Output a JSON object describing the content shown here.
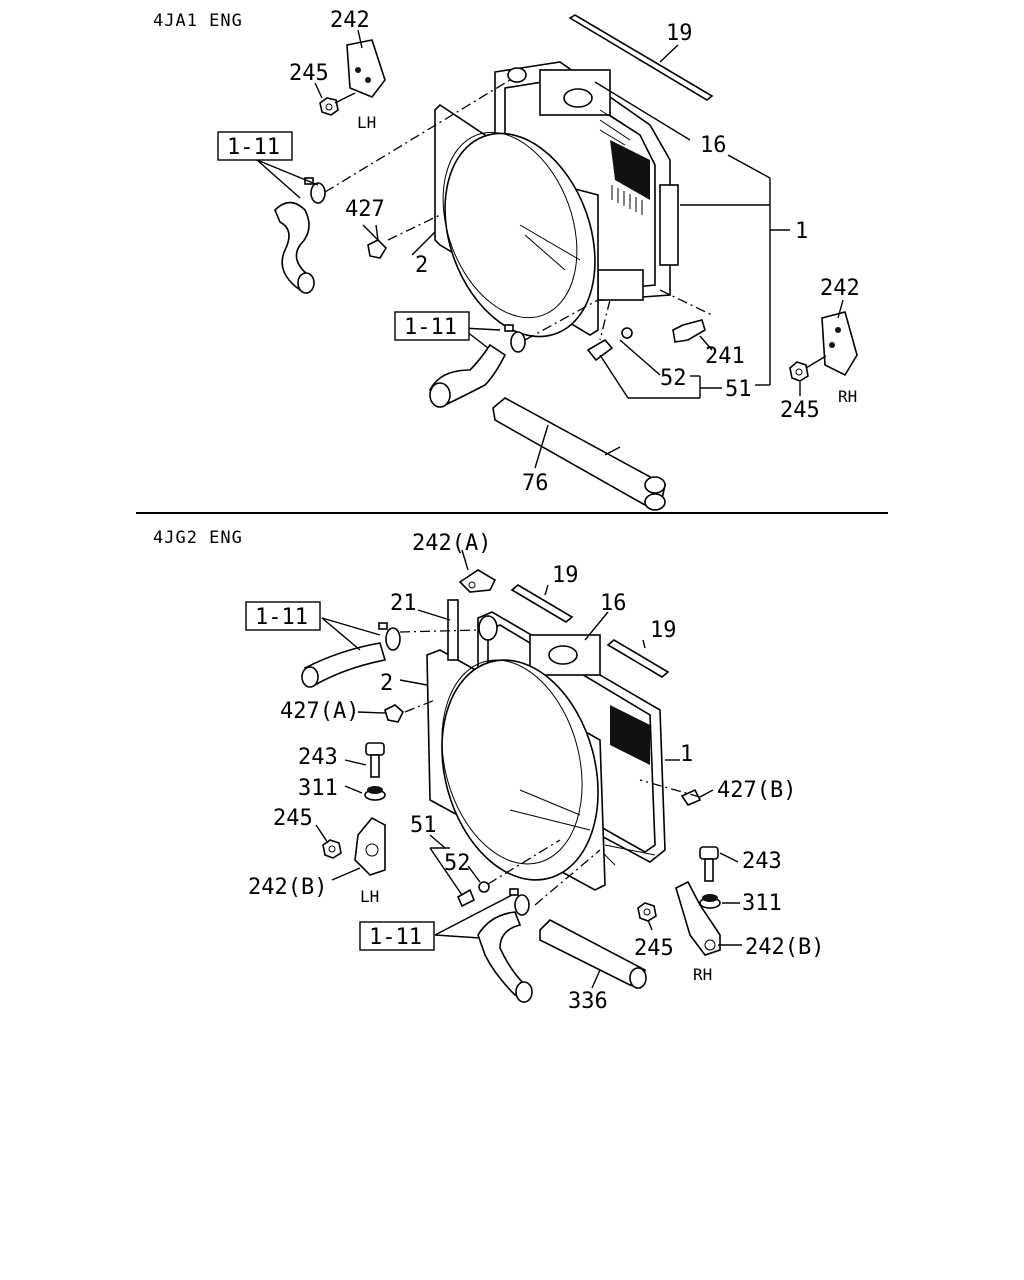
{
  "sections": {
    "top": {
      "header": "4JA1 ENG",
      "labels": {
        "l242": "242",
        "l245": "245",
        "lh": "LH",
        "l19": "19",
        "l16": "16",
        "l1": "1",
        "l427": "427",
        "l2": "2",
        "l241": "241",
        "l52": "52",
        "l51": "51",
        "l242rh": "242",
        "l245rh": "245",
        "rh": "RH",
        "l76": "76",
        "box_upper": "1-11",
        "box_lower": "1-11"
      }
    },
    "bottom": {
      "header": "4JG2 ENG",
      "labels": {
        "l242a": "242(A)",
        "l19a": "19",
        "l16": "16",
        "l19b": "19",
        "l21": "21",
        "box_upper": "1-11",
        "l2": "2",
        "l427a": "427(A)",
        "l1": "1",
        "l243": "243",
        "l311": "311",
        "l245": "245",
        "l427b": "427(B)",
        "l51": "51",
        "l52": "52",
        "l242b": "242(B)",
        "lh": "LH",
        "l243rh": "243",
        "l311rh": "311",
        "l245rh": "245",
        "l242brh": "242(B)",
        "rh": "RH",
        "box_lower": "1-11",
        "l336": "336"
      }
    }
  }
}
